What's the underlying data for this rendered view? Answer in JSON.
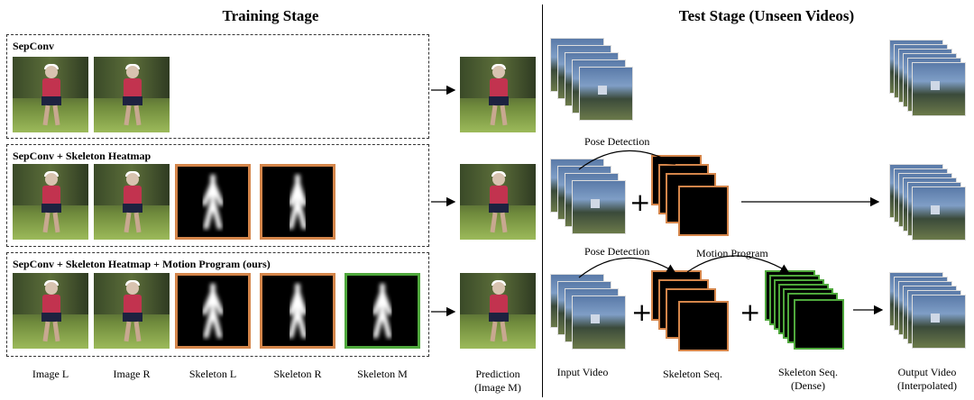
{
  "training": {
    "title": "Training Stage",
    "rows": [
      {
        "label": "SepConv"
      },
      {
        "label": "SepConv + Skeleton Heatmap"
      },
      {
        "label": "SepConv + Skeleton Heatmap + Motion Program (ours)"
      }
    ],
    "column_labels": {
      "image_l": "Image L",
      "image_r": "Image R",
      "skeleton_l": "Skeleton L",
      "skeleton_r": "Skeleton R",
      "skeleton_m": "Skeleton M",
      "prediction": "Prediction",
      "prediction_sub": "(Image M)"
    }
  },
  "test": {
    "title": "Test Stage (Unseen Videos)",
    "pose_detection_1": "Pose Detection",
    "pose_detection_2": "Pose Detection",
    "motion_program": "Motion Program",
    "labels": {
      "input_video": "Input Video",
      "skeleton_seq": "Skeleton Seq.",
      "skeleton_seq_dense": "Skeleton Seq.",
      "skeleton_seq_dense_sub": "(Dense)",
      "output_video": "Output Video",
      "output_video_sub": "(Interpolated)"
    }
  },
  "colors": {
    "orange_border": "#d4854a",
    "green_border": "#4fa83c"
  },
  "symbols": {
    "plus": "+"
  }
}
